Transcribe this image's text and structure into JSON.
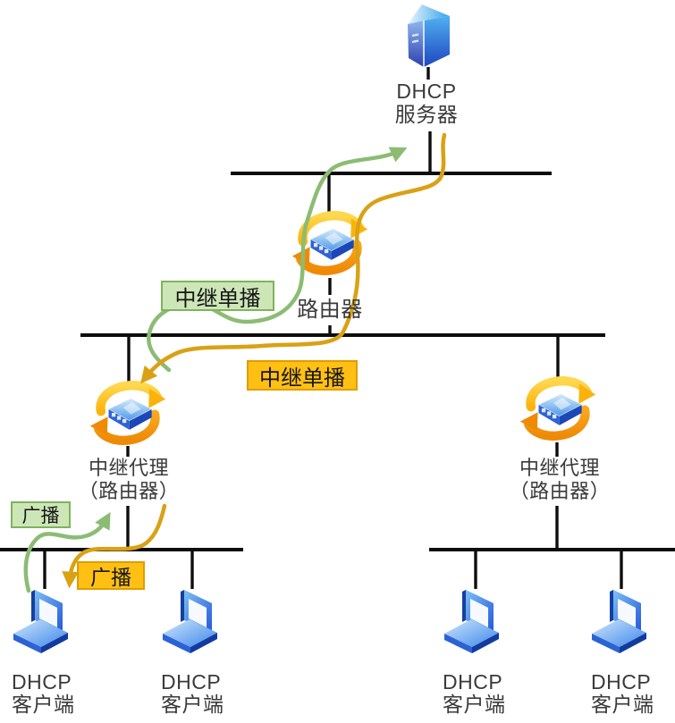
{
  "nodes": {
    "dhcp_server": {
      "label_line1": "DHCP",
      "label_line2": "服务器",
      "icon": "server-icon"
    },
    "router": {
      "label": "路由器",
      "icon": "router-icon"
    },
    "relay_agent_left": {
      "label_line1": "中继代理",
      "label_line2": "（路由器）",
      "icon": "router-icon"
    },
    "relay_agent_right": {
      "label_line1": "中继代理",
      "label_line2": "（路由器）",
      "icon": "router-icon"
    },
    "client_1": {
      "label_line1": "DHCP",
      "label_line2": "客户端",
      "icon": "laptop-icon"
    },
    "client_2": {
      "label_line1": "DHCP",
      "label_line2": "客户端",
      "icon": "laptop-icon"
    },
    "client_3": {
      "label_line1": "DHCP",
      "label_line2": "客户端",
      "icon": "laptop-icon"
    },
    "client_4": {
      "label_line1": "DHCP",
      "label_line2": "客户端",
      "icon": "laptop-icon"
    }
  },
  "badges": {
    "relay_unicast_green": {
      "label": "中继单播",
      "style": "green"
    },
    "relay_unicast_orange": {
      "label": "中继单播",
      "style": "orange"
    },
    "broadcast_green": {
      "label": "广播",
      "style": "green"
    },
    "broadcast_orange": {
      "label": "广播",
      "style": "orange"
    }
  },
  "colors": {
    "arrow_green": "#8cbc74",
    "arrow_orange": "#d9a114",
    "badge_green_bg": "#cde6b8",
    "badge_green_border": "#7fb35c",
    "badge_orange_bg": "#ffc013",
    "badge_orange_border": "#df9d00",
    "bus_line": "#0d0d0d",
    "icon_blue": "#2e6fe0",
    "icon_ring_yellow": "#fbb30c",
    "icon_ring_orange": "#ef8a06",
    "label_text": "#3a3a3a"
  }
}
